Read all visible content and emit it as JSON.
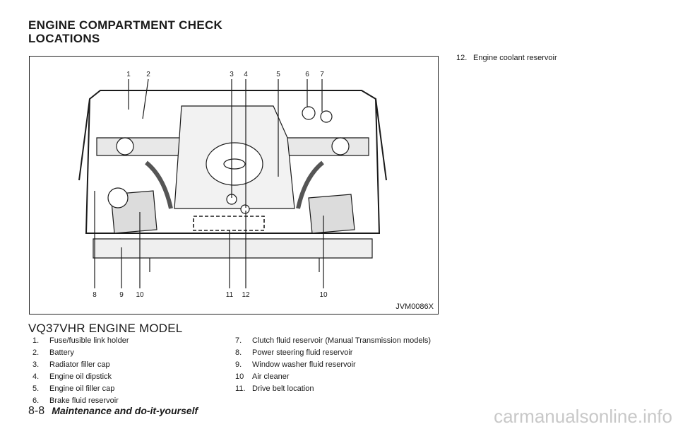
{
  "title": {
    "line1": "ENGINE COMPARTMENT CHECK",
    "line2": "LOCATIONS"
  },
  "figure": {
    "code": "JVM0086X",
    "top_callouts": [
      "1",
      "2",
      "3",
      "4",
      "5",
      "6",
      "7"
    ],
    "bottom_callouts": [
      "8",
      "9",
      "10",
      "11",
      "12",
      "10"
    ]
  },
  "model_heading": "VQ37VHR ENGINE MODEL",
  "items_left": [
    {
      "num": "1.",
      "text": "Fuse/fusible link holder"
    },
    {
      "num": "2.",
      "text": "Battery"
    },
    {
      "num": "3.",
      "text": "Radiator filler cap"
    },
    {
      "num": "4.",
      "text": "Engine oil dipstick"
    },
    {
      "num": "5.",
      "text": "Engine oil filler cap"
    },
    {
      "num": "6.",
      "text": "Brake fluid reservoir"
    }
  ],
  "items_mid": [
    {
      "num": "7.",
      "text": "Clutch fluid reservoir (Manual Transmission models)"
    },
    {
      "num": "8.",
      "text": "Power steering fluid reservoir"
    },
    {
      "num": "9.",
      "text": "Window washer fluid reservoir"
    },
    {
      "num": "10",
      "text": "Air cleaner"
    },
    {
      "num": "11.",
      "text": "Drive belt location"
    }
  ],
  "items_right": [
    {
      "num": "12.",
      "text": "Engine coolant reservoir"
    }
  ],
  "footer": {
    "page": "8-8",
    "section": "Maintenance and do-it-yourself"
  },
  "watermark": "carmanualsonline.info"
}
